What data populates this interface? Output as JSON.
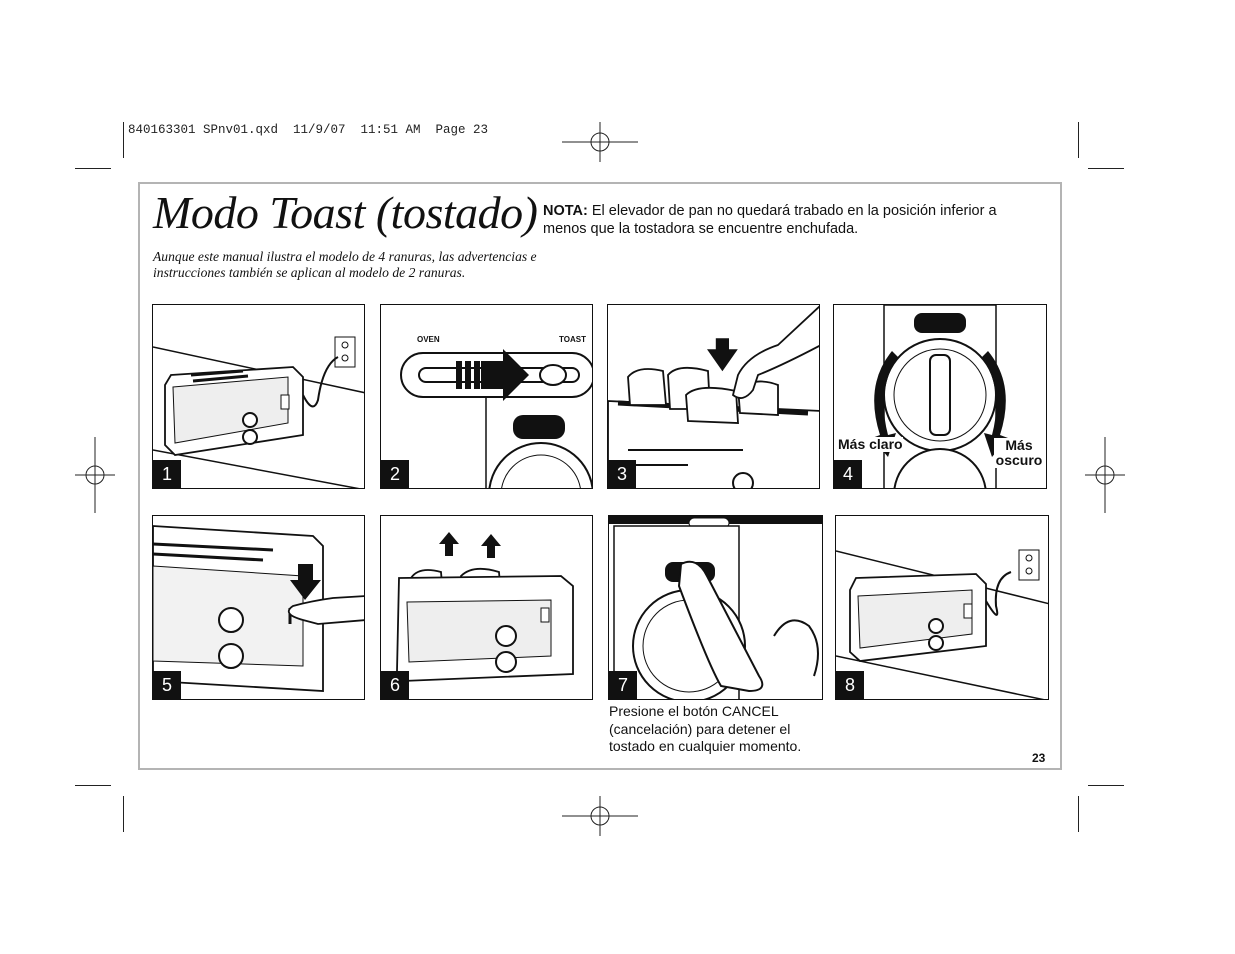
{
  "slug": "840163301 SPnv01.qxd  11/9/07  11:51 AM  Page 23",
  "title": "Modo Toast (tostado)",
  "note": {
    "label": "NOTA:",
    "text": " El elevador de pan no quedará trabado en la posición inferior a menos que la tostadora se encuentre enchufada."
  },
  "intro": "Aunque este manual ilustra el modelo de 4 ranuras, las advertencias e instrucciones también se aplican al modelo de 2 ranuras.",
  "panels": [
    {
      "number": "1"
    },
    {
      "number": "2",
      "oven_label": "OVEN",
      "toast_label": "TOAST"
    },
    {
      "number": "3"
    },
    {
      "number": "4",
      "lighter_label": "Más claro",
      "darker_label": "Más oscuro"
    },
    {
      "number": "5"
    },
    {
      "number": "6"
    },
    {
      "number": "7"
    },
    {
      "number": "8"
    }
  ],
  "caption": "Presione el botón CANCEL (cancelación) para detener el tostado en cualquier momento.",
  "page_number": "23"
}
